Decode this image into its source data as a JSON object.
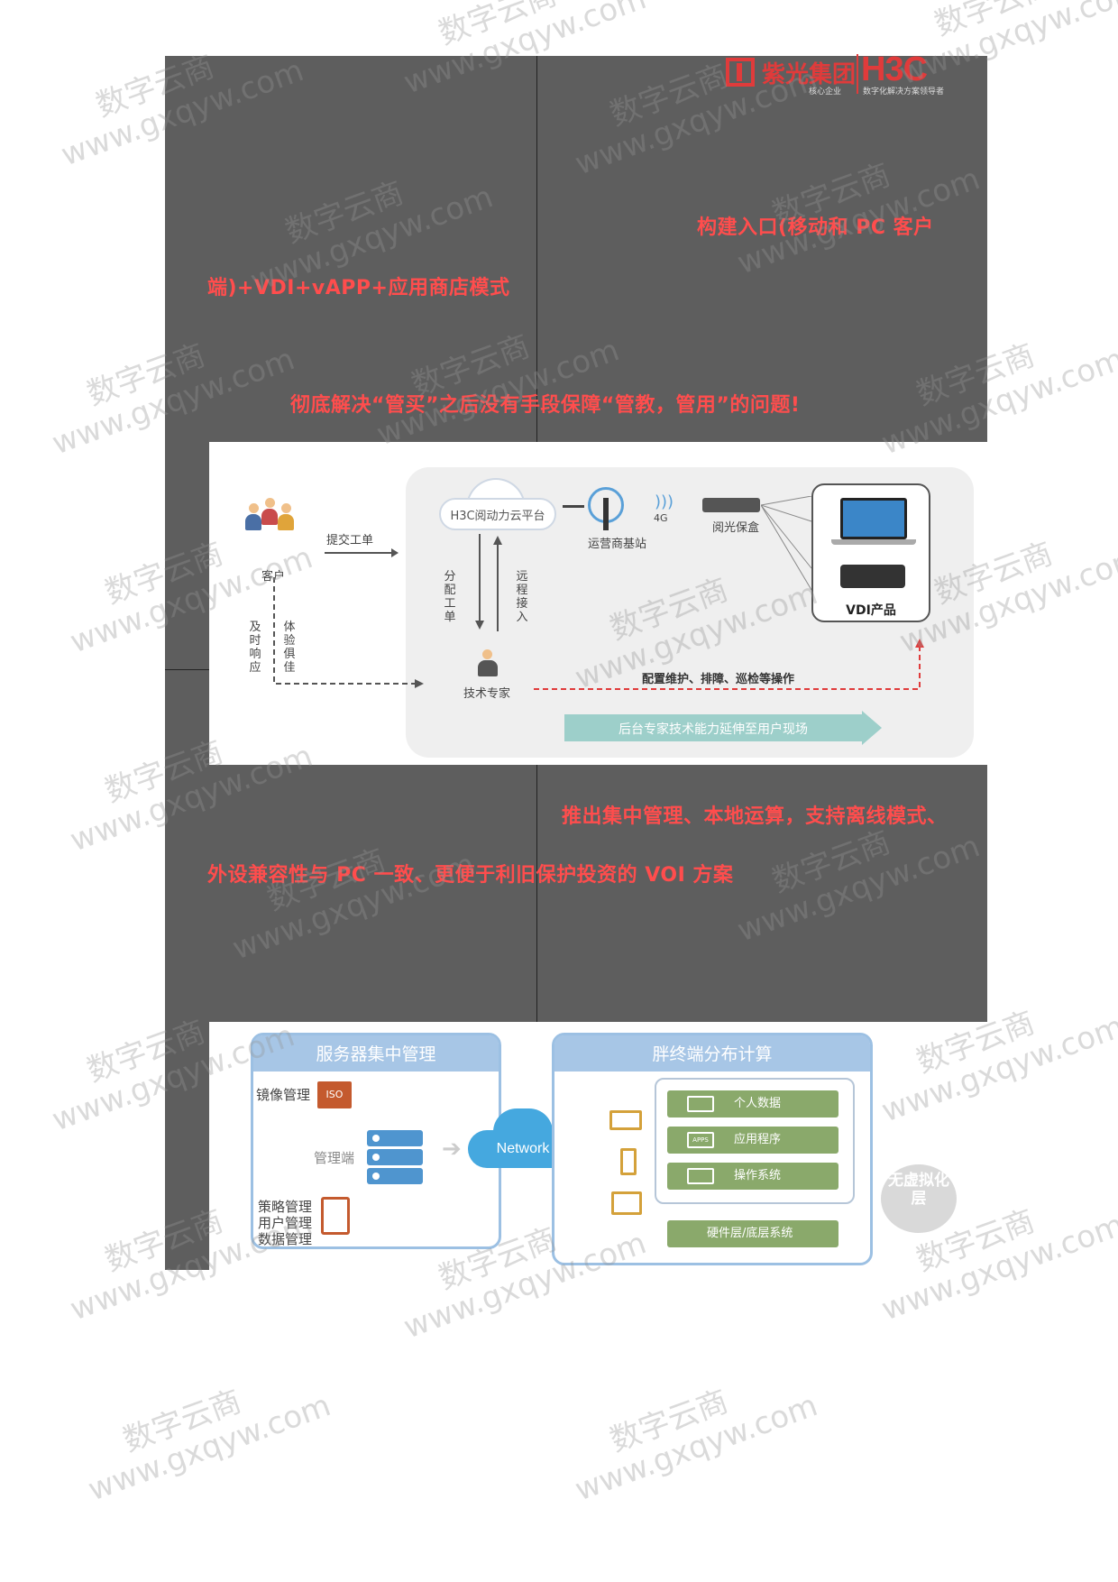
{
  "logo": {
    "cn_name": "紫光集团",
    "brand": "H3C",
    "tagline_left": "核心企业",
    "tagline_right": "数字化解决方案领导者"
  },
  "section1": {
    "line1": "构建入口(移动和  PC  客户",
    "line2": "端)+VDI+vAPP+应用商店模式",
    "line3": "彻底解决“管买”之后没有手段保障“管教，管用”的问题!"
  },
  "figure1": {
    "customer_label": "客户",
    "submit_ticket": "提交工单",
    "respond_in_time": "及时响应",
    "good_experience": "体验俱佳",
    "cloud_platform": "H3C阅动力云平台",
    "assign_ticket": "分配工单",
    "remote_access": "远程接入",
    "base_station": "运营商基站",
    "signal_4g": "4G",
    "gateway_box": "阅光保盒",
    "vdi_product": "VDI产品",
    "tech_expert": "技术专家",
    "ops_text": "配置维护、排障、巡检等操作",
    "banner": "后台专家技术能力延伸至用户现场"
  },
  "section2": {
    "line1": "推出集中管理、本地运算，支持离线模式、",
    "line2": "外设兼容性与 PC 一致、更便于利旧保护投资的 VOI 方案"
  },
  "figure2": {
    "left_title": "服务器集中管理",
    "mirror_mgmt": "镜像管理",
    "iso": "ISO",
    "mgmt_end": "管理端",
    "policy_mgmt": "策略管理",
    "user_mgmt": "用户管理",
    "data_mgmt": "数据管理",
    "network": "Network",
    "right_title": "胖终端分布计算",
    "personal_data": "个人数据",
    "apps_icon_text": "APPS",
    "applications": "应用程序",
    "os": "操作系统",
    "hardware": "硬件层/底层系统",
    "no_virt": "无虚拟化层"
  },
  "watermark": {
    "cn": "数字云商",
    "url": "www.gxqyw.com"
  },
  "colors": {
    "slab": "#5e5e5e",
    "accent_red": "#ff4d4d",
    "brand_red": "#e03b3b",
    "panel_blue": "#a7c6e6",
    "bar_green": "#8aa96b",
    "network_blue": "#45a8df"
  }
}
